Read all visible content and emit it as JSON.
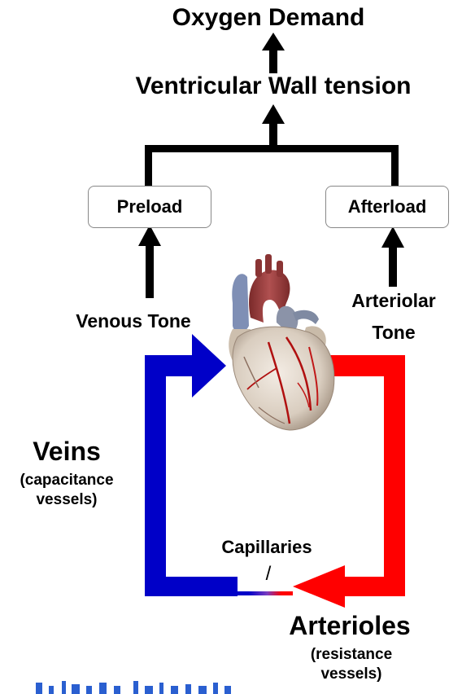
{
  "labels": {
    "oxygen_demand": "Oxygen Demand",
    "wall_tension": "Ventricular Wall tension",
    "preload": "Preload",
    "afterload": "Afterload",
    "venous_tone": "Venous Tone",
    "arteriolar_tone_line1": "Arteriolar",
    "arteriolar_tone_line2": "Tone",
    "veins": "Veins",
    "veins_sub_line1": "(capacitance",
    "veins_sub_line2": "vessels)",
    "capillaries": "Capillaries",
    "capillaries_pointer": "/",
    "arterioles": "Arterioles",
    "arterioles_sub_line1": "(resistance",
    "arterioles_sub_line2": "vessels)"
  },
  "colors": {
    "venous": "#0000c8",
    "arterial": "#ff0000",
    "flow_lines": "#000000",
    "box_border": "#888888"
  },
  "icons": {
    "heart": "anatomical-heart-illustration"
  }
}
